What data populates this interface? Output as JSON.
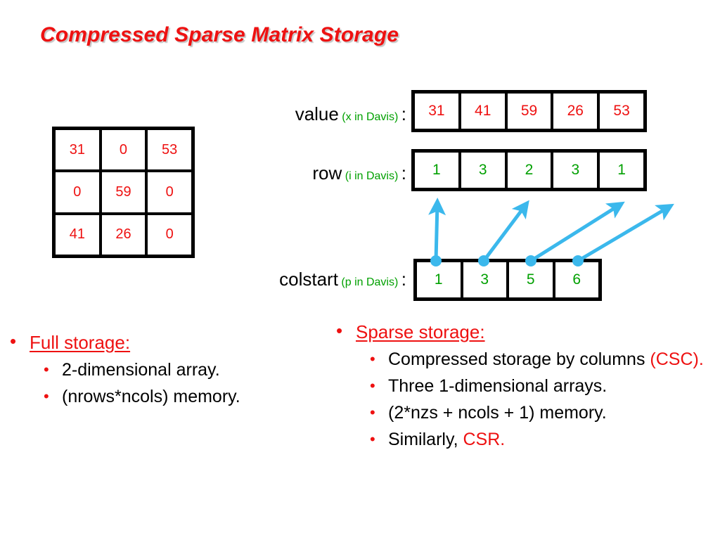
{
  "title": "Compressed Sparse Matrix Storage",
  "matrix": {
    "rows": [
      [
        "31",
        "0",
        "53"
      ],
      [
        "0",
        "59",
        "0"
      ],
      [
        "41",
        "26",
        "0"
      ]
    ]
  },
  "arrays": {
    "value": {
      "label": "value",
      "note": "(x in Davis)",
      "colon": ":",
      "cells": [
        "31",
        "41",
        "59",
        "26",
        "53"
      ]
    },
    "row": {
      "label": "row",
      "note": "(i in Davis)",
      "colon": ":",
      "cells": [
        "1",
        "3",
        "2",
        "3",
        "1"
      ]
    },
    "colstart": {
      "label": "colstart",
      "note": "(p in Davis)",
      "colon": ":",
      "cells": [
        "1",
        "3",
        "5",
        "6"
      ]
    }
  },
  "left_list": {
    "bullet": "•",
    "heading": "Full storage:",
    "items": [
      "2-dimensional array.",
      "(nrows*ncols) memory."
    ]
  },
  "right_list": {
    "bullet": "•",
    "heading": "Sparse storage:",
    "items": [
      {
        "pre": "Compressed storage by columns ",
        "hl": "(CSC).",
        "post": ""
      },
      {
        "pre": "Three 1-dimensional arrays.",
        "hl": "",
        "post": ""
      },
      {
        "pre": "(2*nzs + ncols + 1) memory.",
        "hl": "",
        "post": ""
      },
      {
        "pre": "Similarly, ",
        "hl": "CSR.",
        "post": ""
      }
    ]
  },
  "colors": {
    "title_red": "#EE1111",
    "value_red": "#EE1111",
    "index_green": "#00A000",
    "arrow_blue": "#3BB8EC",
    "outline_black": "#000000"
  },
  "arrows": {
    "count": 4,
    "description": "colstart entries point to start positions in the row array"
  }
}
